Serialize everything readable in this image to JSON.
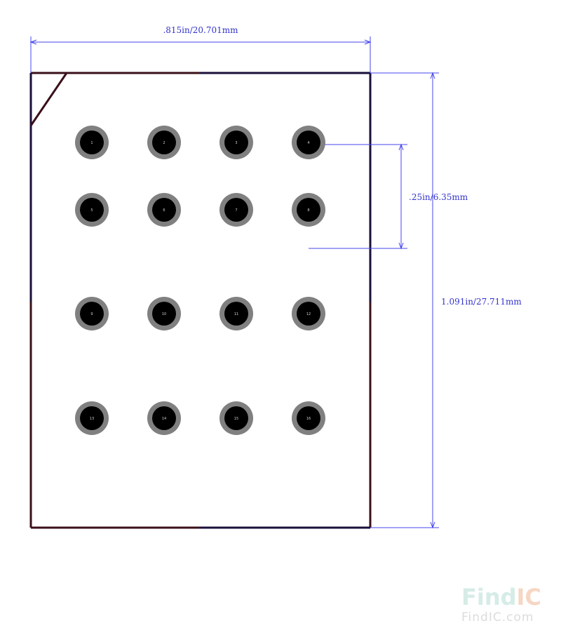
{
  "dimensions": {
    "width_label": ".815in/20.701mm",
    "height_label": "1.091in/27.711mm",
    "pitch_label": ".25in/6.35mm"
  },
  "pins": [
    "1",
    "2",
    "3",
    "4",
    "5",
    "6",
    "7",
    "8",
    "9",
    "10",
    "11",
    "12",
    "13",
    "14",
    "15",
    "16"
  ],
  "watermark": {
    "logo_find": "Find",
    "logo_ic": "IC",
    "url": "FindIC.com"
  },
  "colors": {
    "outline_dark": "#1a0f3a",
    "outline_red": "#3a0f1a",
    "dimension_line": "#4444ee",
    "pad_ring": "#808080",
    "pad_hole": "#000000"
  }
}
